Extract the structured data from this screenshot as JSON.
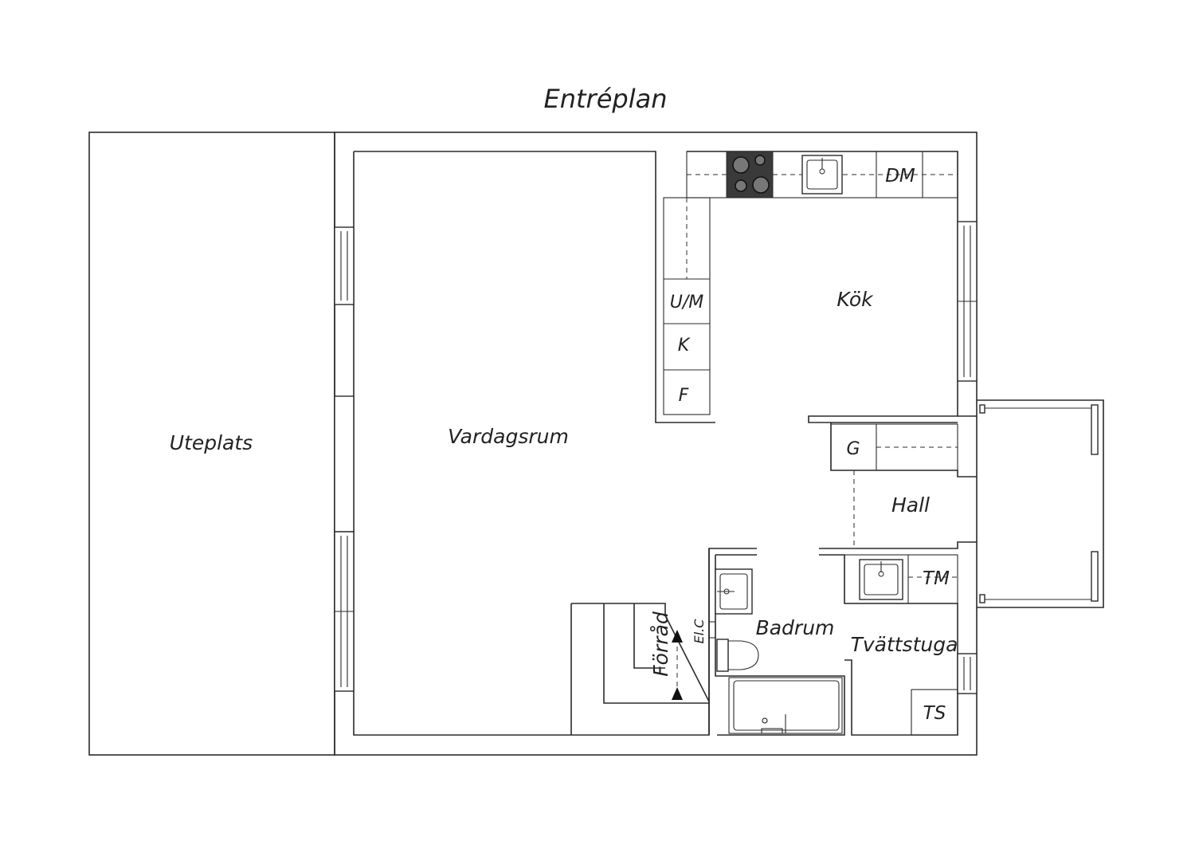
{
  "title": "Entréplan",
  "rooms": {
    "uteplats": "Uteplats",
    "vardagsrum": "Vardagsrum",
    "kok": "Kök",
    "hall": "Hall",
    "badrum": "Badrum",
    "tvattstuga": "Tvättstuga",
    "forrad": "Förråd"
  },
  "fixtures": {
    "dm": "DM",
    "um": "U/M",
    "k": "K",
    "f": "F",
    "g": "G",
    "tm": "TM",
    "ts": "TS",
    "elc": "El.C"
  },
  "colors": {
    "line": "#2b2b2b",
    "stove": "#3a3a3a",
    "background": "#ffffff"
  }
}
